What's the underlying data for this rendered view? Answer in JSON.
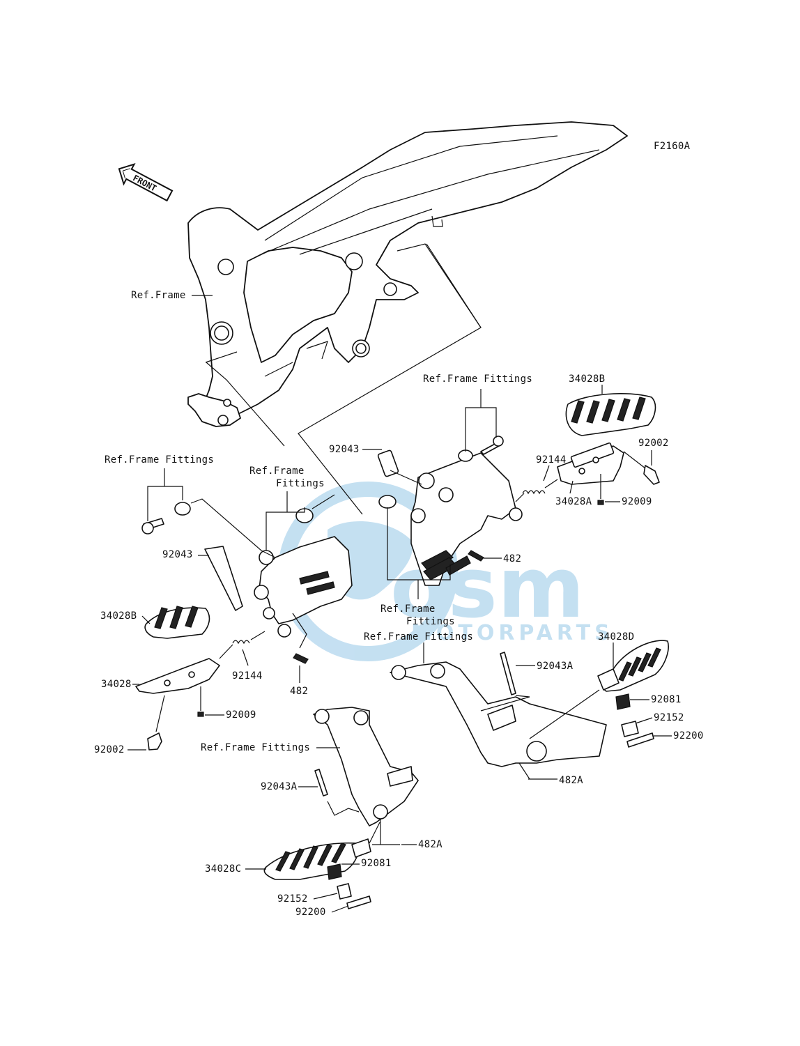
{
  "figure_code": "F2160A",
  "front_arrow_label": "FRONT",
  "watermark": {
    "brand": "osm",
    "sub": "MOTORPARTS",
    "color": "#5aa7d9"
  },
  "callouts": {
    "ref_frame": "Ref.Frame",
    "rff_top_center": "Ref.Frame Fittings",
    "rff_top_left": "Ref.Frame Fittings",
    "rff_mid_left_1": "Ref.Frame",
    "rff_mid_left_2": "Fittings",
    "rff_mid_center_1": "Ref.Frame",
    "rff_mid_center_2": "Fittings",
    "rff_lower_center": "Ref.Frame Fittings",
    "rff_lower_left": "Ref.Frame Fittings",
    "p_34028B_r": "34028B",
    "p_92002_r": "92002",
    "p_92144_r": "92144",
    "p_34028A": "34028A",
    "p_92009_r": "92009",
    "p_92043_top": "92043",
    "p_482_r": "482",
    "p_92043_left": "92043",
    "p_34028B_l": "34028B",
    "p_92144_l": "92144",
    "p_482_l": "482",
    "p_34028": "34028",
    "p_92009_l": "92009",
    "p_92002_l": "92002",
    "p_34028D": "34028D",
    "p_92043A_r": "92043A",
    "p_92081_r": "92081",
    "p_92152_r": "92152",
    "p_92200_r": "92200",
    "p_482A_r": "482A",
    "p_92043A_l": "92043A",
    "p_482A_l": "482A",
    "p_34028C": "34028C",
    "p_92081_l": "92081",
    "p_92152_l": "92152",
    "p_92200_l": "92200"
  }
}
